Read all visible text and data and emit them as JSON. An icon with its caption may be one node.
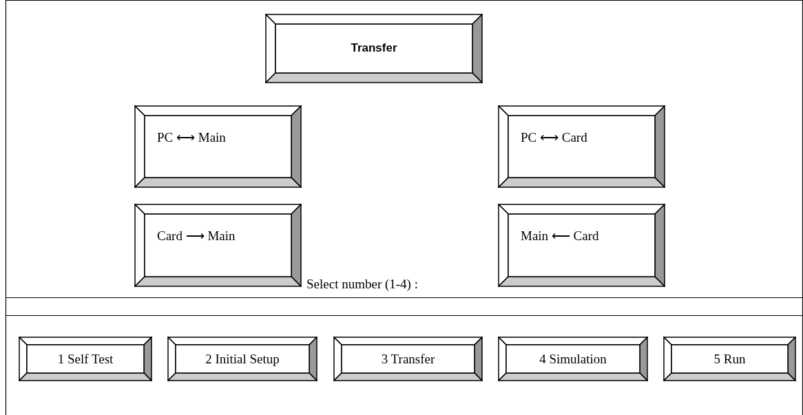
{
  "diagram": {
    "nodes": [
      {
        "text": [
          "Transfer"
        ]
      },
      {
        "text": [
          "PC ⟷ Main"
        ]
      },
      {
        "text": [
          "PC ⟷ Card"
        ]
      },
      {
        "text": [
          "Card ⟶ Main"
        ]
      },
      {
        "text": [
          "Main ⟵ Card"
        ]
      },
      {
        "text": [
          "1 Self Test"
        ]
      },
      {
        "text": [
          "2 Initial Setup"
        ]
      },
      {
        "text": [
          "3 Transfer"
        ]
      },
      {
        "text": [
          "4 Simulation"
        ]
      },
      {
        "text": [
          "5 Run"
        ]
      }
    ],
    "labels": [
      "Select number (1-4) :"
    ]
  }
}
